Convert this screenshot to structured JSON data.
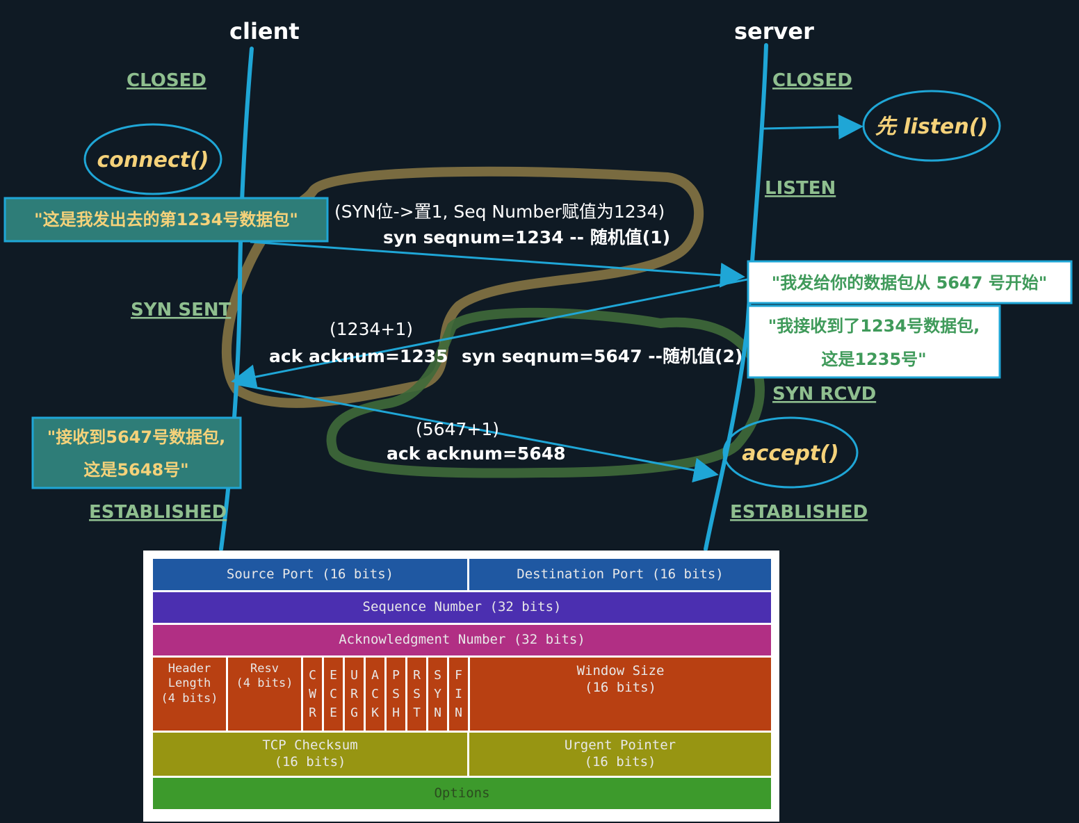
{
  "client": {
    "title": "client",
    "states": [
      "CLOSED",
      "SYN SENT",
      "ESTABLISHED"
    ],
    "call": "connect()",
    "note_send": "\"这是我发出去的第1234号数据包\"",
    "note_recv_line1": "\"接收到5647号数据包,",
    "note_recv_line2": "这是5648号\""
  },
  "server": {
    "title": "server",
    "states": [
      "CLOSED",
      "LISTEN",
      "SYN RCVD",
      "ESTABLISHED"
    ],
    "call_listen": "先 listen()",
    "call_accept": "accept()",
    "note_start": "\"我发给你的数据包从 5647 号开始\"",
    "note_recv_line1": "\"我接收到了1234号数据包,",
    "note_recv_line2": "这是1235号\""
  },
  "messages": {
    "syn_note": "(SYN位->置1, Seq Number赋值为1234)",
    "syn": "syn seqnum=1234 -- 随机值(1)",
    "ack1_calc": "(1234+1)",
    "ack1": "ack acknum=1235",
    "syn2": "syn seqnum=5647 --随机值(2)",
    "ack2_calc": "(5647+1)",
    "ack2": "ack acknum=5648"
  },
  "tcp_header": {
    "source_port": "Source Port (16 bits)",
    "dest_port": "Destination Port (16 bits)",
    "seq": "Sequence Number (32 bits)",
    "ack": "Acknowledgment Number (32 bits)",
    "header_length": [
      "Header",
      "Length",
      "(4 bits)"
    ],
    "resv": [
      "Resv",
      "(4 bits)"
    ],
    "flags": [
      [
        "C",
        "W",
        "R"
      ],
      [
        "E",
        "C",
        "E"
      ],
      [
        "U",
        "R",
        "G"
      ],
      [
        "A",
        "C",
        "K"
      ],
      [
        "P",
        "S",
        "H"
      ],
      [
        "R",
        "S",
        "T"
      ],
      [
        "S",
        "Y",
        "N"
      ],
      [
        "F",
        "I",
        "N"
      ]
    ],
    "window": [
      "Window Size",
      "(16 bits)"
    ],
    "checksum": [
      "TCP Checksum",
      "(16 bits)"
    ],
    "urgent": [
      "Urgent Pointer",
      "(16 bits)"
    ],
    "options": "Options"
  },
  "colors": {
    "background": "#0f1a24",
    "timeline": "#1fa6d6",
    "state_text": "#8fbf8f",
    "function_text": "#f5d27a",
    "teal_box": "#2e7d78",
    "olive_loop": "#8c7a45",
    "green_loop": "#3f6a3a"
  }
}
